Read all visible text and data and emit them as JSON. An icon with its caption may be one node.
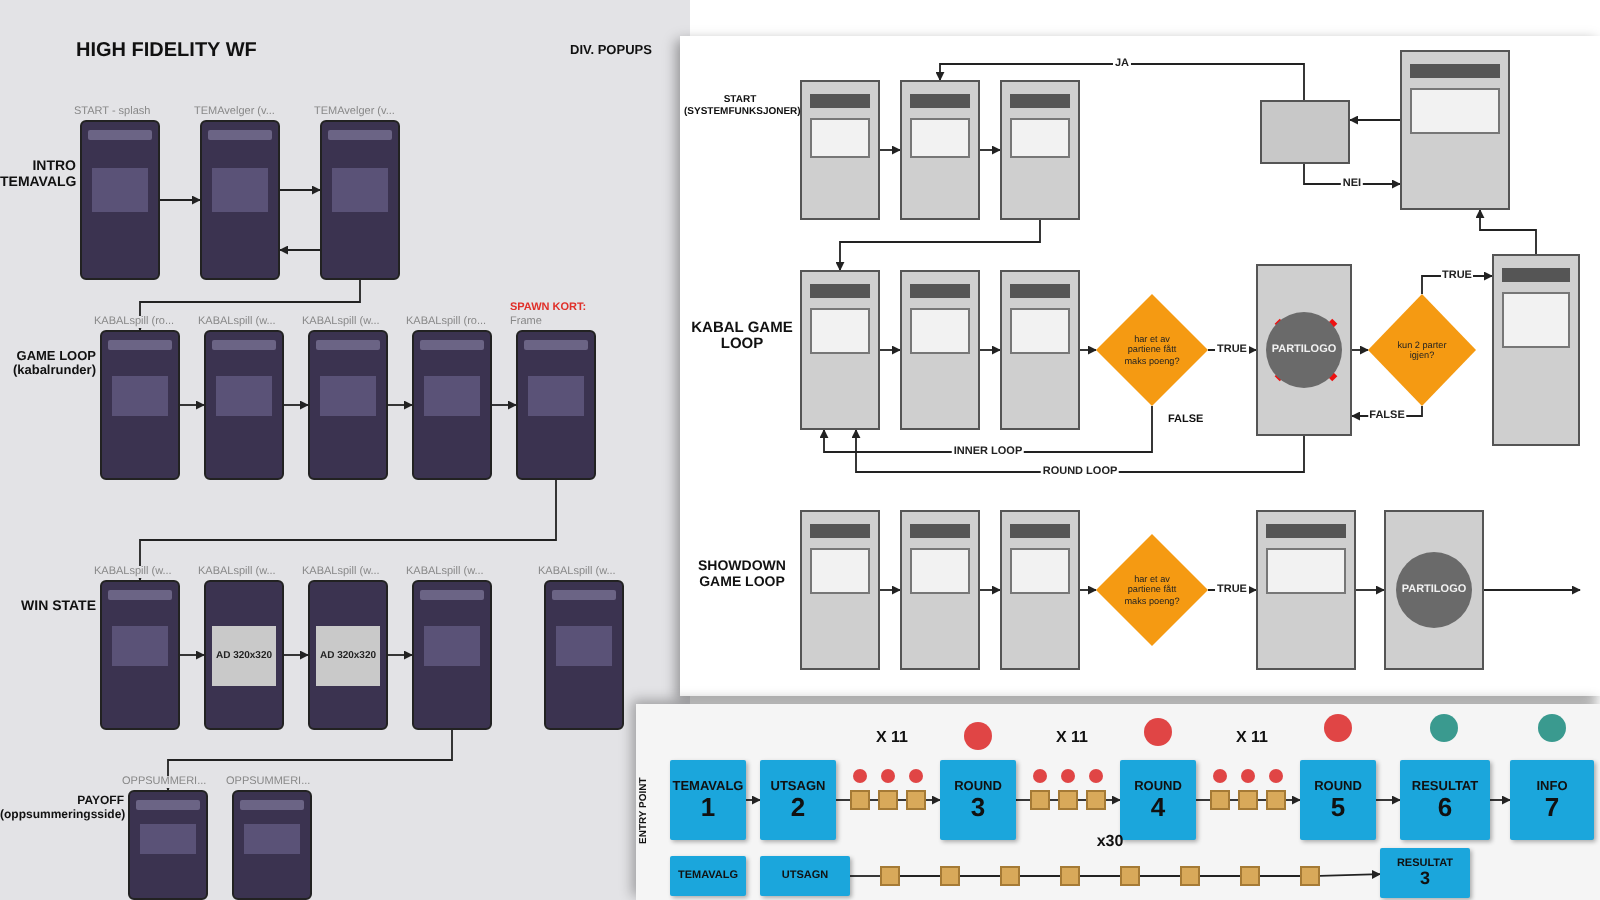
{
  "diagram": {
    "nodes": [
      {
        "text": [],
        "shape": "picture",
        "beside": [
          "START - splash"
        ]
      },
      {
        "text": [],
        "shape": "picture",
        "beside": [
          "TEMAvelger (v..."
        ]
      },
      {
        "text": [],
        "shape": "picture",
        "beside": [
          "TEMAvelger (v..."
        ]
      },
      {
        "text": [],
        "shape": "picture",
        "beside": [
          "KABALspill (ro..."
        ]
      },
      {
        "text": [],
        "shape": "picture",
        "beside": [
          "KABALspill (w..."
        ]
      },
      {
        "text": [],
        "shape": "picture",
        "beside": [
          "KABALspill (w..."
        ]
      },
      {
        "text": [],
        "shape": "picture",
        "beside": [
          "KABALspill (ro..."
        ]
      },
      {
        "text": [],
        "shape": "picture",
        "beside": [
          "SPAWN KORT:",
          "Frame"
        ]
      },
      {
        "text": [],
        "shape": "picture",
        "beside": [
          "KABALspill (w..."
        ]
      },
      {
        "text": [
          "AD 320x320"
        ],
        "beside": [
          "KABALspill (w..."
        ]
      },
      {
        "text": [
          "AD 320x320"
        ],
        "beside": [
          "KABALspill (w..."
        ]
      },
      {
        "text": [],
        "shape": "picture",
        "beside": [
          "KABALspill (w..."
        ]
      },
      {
        "text": [],
        "shape": "picture",
        "beside": [
          "KABALspill (w..."
        ]
      },
      {
        "text": [],
        "shape": "picture",
        "beside": [
          "OPPSUMMERI..."
        ]
      },
      {
        "text": [],
        "shape": "picture",
        "beside": [
          "OPPSUMMERI..."
        ]
      },
      {
        "text": [],
        "shape": "picture"
      },
      {
        "text": [],
        "shape": "picture"
      },
      {
        "text": [],
        "shape": "picture"
      },
      {
        "text": [],
        "shape": "box"
      },
      {
        "text": [],
        "shape": "picture"
      },
      {
        "text": [],
        "shape": "picture"
      },
      {
        "text": [],
        "shape": "picture"
      },
      {
        "text": [],
        "shape": "picture"
      },
      {
        "text": [
          "har et av partiene fått maks poeng?"
        ]
      },
      {
        "text": [
          "PARTILOGO"
        ]
      },
      {
        "text": [
          "kun 2 parter igjen?"
        ]
      },
      {
        "text": [],
        "shape": "picture"
      },
      {
        "text": [],
        "shape": "picture"
      },
      {
        "text": [],
        "shape": "picture"
      },
      {
        "text": [],
        "shape": "picture"
      },
      {
        "text": [
          "har et av partiene fått maks poeng?"
        ]
      },
      {
        "text": [],
        "shape": "picture"
      },
      {
        "text": [
          "PARTILOGO"
        ]
      },
      {
        "text": [
          "TEMAVALG",
          "1"
        ]
      },
      {
        "text": [
          "UTSAGN",
          "2"
        ]
      },
      {
        "text": [],
        "shape": "box"
      },
      {
        "text": [],
        "shape": "box"
      },
      {
        "text": [],
        "shape": "box"
      },
      {
        "text": [
          "ROUND",
          "3"
        ]
      },
      {
        "text": [],
        "shape": "box"
      },
      {
        "text": [],
        "shape": "box"
      },
      {
        "text": [],
        "shape": "box"
      },
      {
        "text": [
          "ROUND",
          "4"
        ]
      },
      {
        "text": [],
        "shape": "box"
      },
      {
        "text": [],
        "shape": "box"
      },
      {
        "text": [],
        "shape": "box"
      },
      {
        "text": [
          "ROUND",
          "5"
        ]
      },
      {
        "text": [
          "RESULTAT",
          "6"
        ]
      },
      {
        "text": [
          "INFO",
          "7"
        ]
      },
      {
        "text": [
          "TEMAVALG"
        ]
      },
      {
        "text": [
          "UTSAGN"
        ]
      },
      {
        "text": [],
        "shape": "box"
      },
      {
        "text": [],
        "shape": "box"
      },
      {
        "text": [],
        "shape": "box"
      },
      {
        "text": [],
        "shape": "box"
      },
      {
        "text": [],
        "shape": "box"
      },
      {
        "text": [],
        "shape": "box"
      },
      {
        "text": [],
        "shape": "box"
      },
      {
        "text": [],
        "shape": "box"
      },
      {
        "text": [
          "RESULTAT",
          "3"
        ]
      }
    ],
    "edges": [
      {
        "from": 0,
        "to": 1,
        "arrow": "to"
      },
      {
        "from": 1,
        "to": 2,
        "arrow": "to"
      },
      {
        "from": 2,
        "to": 1,
        "arrow": "to"
      },
      {
        "from": 2,
        "to": 3,
        "arrow": "to"
      },
      {
        "from": 3,
        "to": 4,
        "arrow": "to"
      },
      {
        "from": 4,
        "to": 5,
        "arrow": "to"
      },
      {
        "from": 5,
        "to": 6,
        "arrow": "to"
      },
      {
        "from": 6,
        "to": 7,
        "arrow": "to"
      },
      {
        "from": 7,
        "to": 8,
        "arrow": "to"
      },
      {
        "from": 8,
        "to": 9,
        "arrow": "to"
      },
      {
        "from": 9,
        "to": 10,
        "arrow": "to"
      },
      {
        "from": 10,
        "to": 11,
        "arrow": "to"
      },
      {
        "from": 11,
        "to": 13,
        "arrow": "to"
      },
      {
        "from": 15,
        "to": 16,
        "arrow": "to"
      },
      {
        "from": 16,
        "to": 17,
        "arrow": "to"
      },
      {
        "from": 17,
        "to": 20,
        "arrow": "to"
      },
      {
        "from": 20,
        "to": 21,
        "arrow": "to"
      },
      {
        "from": 21,
        "to": 22,
        "arrow": "to"
      },
      {
        "from": 22,
        "to": 23,
        "arrow": "to"
      },
      {
        "from": 23,
        "to": 24,
        "arrow": "to",
        "label": "TRUE"
      },
      {
        "from": 23,
        "to": 20,
        "arrow": "to",
        "label": "INNER LOOP"
      },
      {
        "from": 24,
        "to": 20,
        "arrow": "to",
        "label": "ROUND LOOP"
      },
      {
        "from": 24,
        "to": 25,
        "arrow": "to"
      },
      {
        "from": 25,
        "to": 26,
        "arrow": "to",
        "label": "TRUE"
      },
      {
        "from": 25,
        "to": 24,
        "arrow": "to",
        "label": "FALSE"
      },
      {
        "from": 26,
        "to": 19,
        "arrow": "to"
      },
      {
        "from": 19,
        "to": 18,
        "arrow": "to"
      },
      {
        "from": 18,
        "to": 19,
        "arrow": "to",
        "label": "NEI"
      },
      {
        "from": 18,
        "to": 16,
        "arrow": "to",
        "label": "JA"
      },
      {
        "from": 27,
        "to": 28,
        "arrow": "to"
      },
      {
        "from": 28,
        "to": 29,
        "arrow": "to"
      },
      {
        "from": 29,
        "to": 30,
        "arrow": "to"
      },
      {
        "from": 30,
        "to": 31,
        "arrow": "to",
        "label": "TRUE"
      },
      {
        "from": 31,
        "to": 32,
        "arrow": "to"
      },
      {
        "from": 32,
        "to": null,
        "arrow": "to"
      },
      {
        "from": 33,
        "to": 34,
        "arrow": "to"
      },
      {
        "from": 34,
        "to": 35,
        "arrow": "none"
      },
      {
        "from": 35,
        "to": 36,
        "arrow": "none"
      },
      {
        "from": 36,
        "to": 37,
        "arrow": "none"
      },
      {
        "from": 37,
        "to": 38,
        "arrow": "to"
      },
      {
        "from": 38,
        "to": 39,
        "arrow": "none"
      },
      {
        "from": 39,
        "to": 40,
        "arrow": "none"
      },
      {
        "from": 40,
        "to": 41,
        "arrow": "none"
      },
      {
        "from": 41,
        "to": 42,
        "arrow": "to"
      },
      {
        "from": 42,
        "to": 43,
        "arrow": "none"
      },
      {
        "from": 43,
        "to": 44,
        "arrow": "none"
      },
      {
        "from": 44,
        "to": 45,
        "arrow": "none"
      },
      {
        "from": 45,
        "to": 46,
        "arrow": "to"
      },
      {
        "from": 46,
        "to": 47,
        "arrow": "to"
      },
      {
        "from": 47,
        "to": 48,
        "arrow": "to"
      },
      {
        "from": 50,
        "to": 51,
        "arrow": "none"
      },
      {
        "from": 51,
        "to": 52,
        "arrow": "none"
      },
      {
        "from": 52,
        "to": 53,
        "arrow": "none"
      },
      {
        "from": 53,
        "to": 54,
        "arrow": "none"
      },
      {
        "from": 54,
        "to": 55,
        "arrow": "none"
      },
      {
        "from": 55,
        "to": 56,
        "arrow": "none"
      },
      {
        "from": 56,
        "to": 57,
        "arrow": "none"
      },
      {
        "from": 57,
        "to": 58,
        "arrow": "none"
      },
      {
        "from": 58,
        "to": 59,
        "arrow": "to"
      }
    ],
    "labels": [
      "HIGH FIDELITY WF",
      "INTRO TEMAVALG",
      "DIV. POPUPS",
      "GAME LOOP (kabalrunder)",
      "WIN STATE",
      "PAYOFF (oppsummeringsside)",
      "START (SYSTEMFUNKSJONER)",
      "KABAL GAME LOOP",
      "FALSE",
      "SHOWDOWN GAME LOOP",
      "ENTRY POINT",
      "X 11",
      "X 11",
      "X 11",
      "x30"
    ]
  }
}
